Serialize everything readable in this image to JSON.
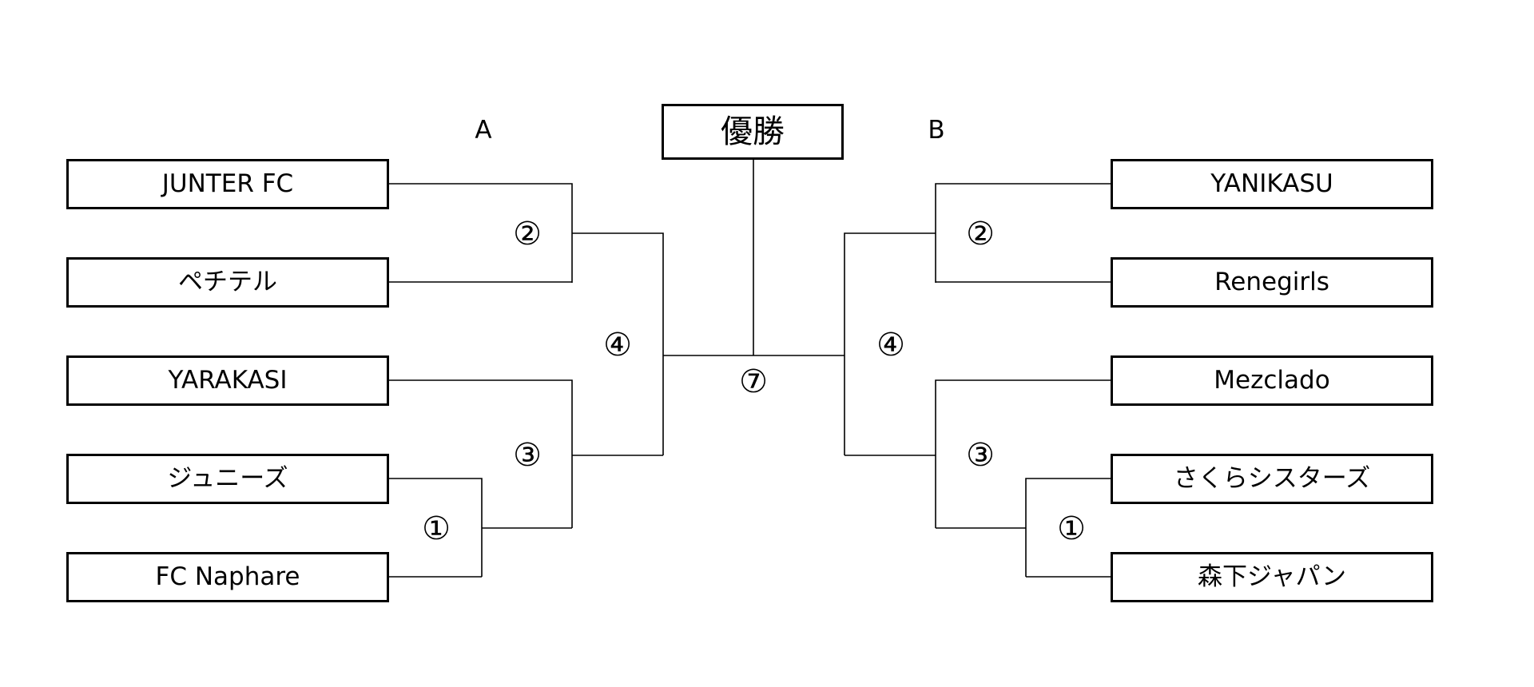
{
  "final": {
    "label": "優勝",
    "round": "⑦"
  },
  "groups": {
    "a": {
      "label": "A",
      "teams": [
        "JUNTER FC",
        "ペチテル",
        "YARAKASI",
        "ジュニーズ",
        "FC Naphare"
      ],
      "rounds": {
        "r1": "①",
        "r2": "②",
        "r3": "③",
        "r4": "④"
      }
    },
    "b": {
      "label": "B",
      "teams": [
        "YANIKASU",
        "Renegirls",
        "Mezclado",
        "さくらシスターズ",
        "森下ジャパン"
      ],
      "rounds": {
        "r1": "①",
        "r2": "②",
        "r3": "③",
        "r4": "④"
      }
    }
  }
}
